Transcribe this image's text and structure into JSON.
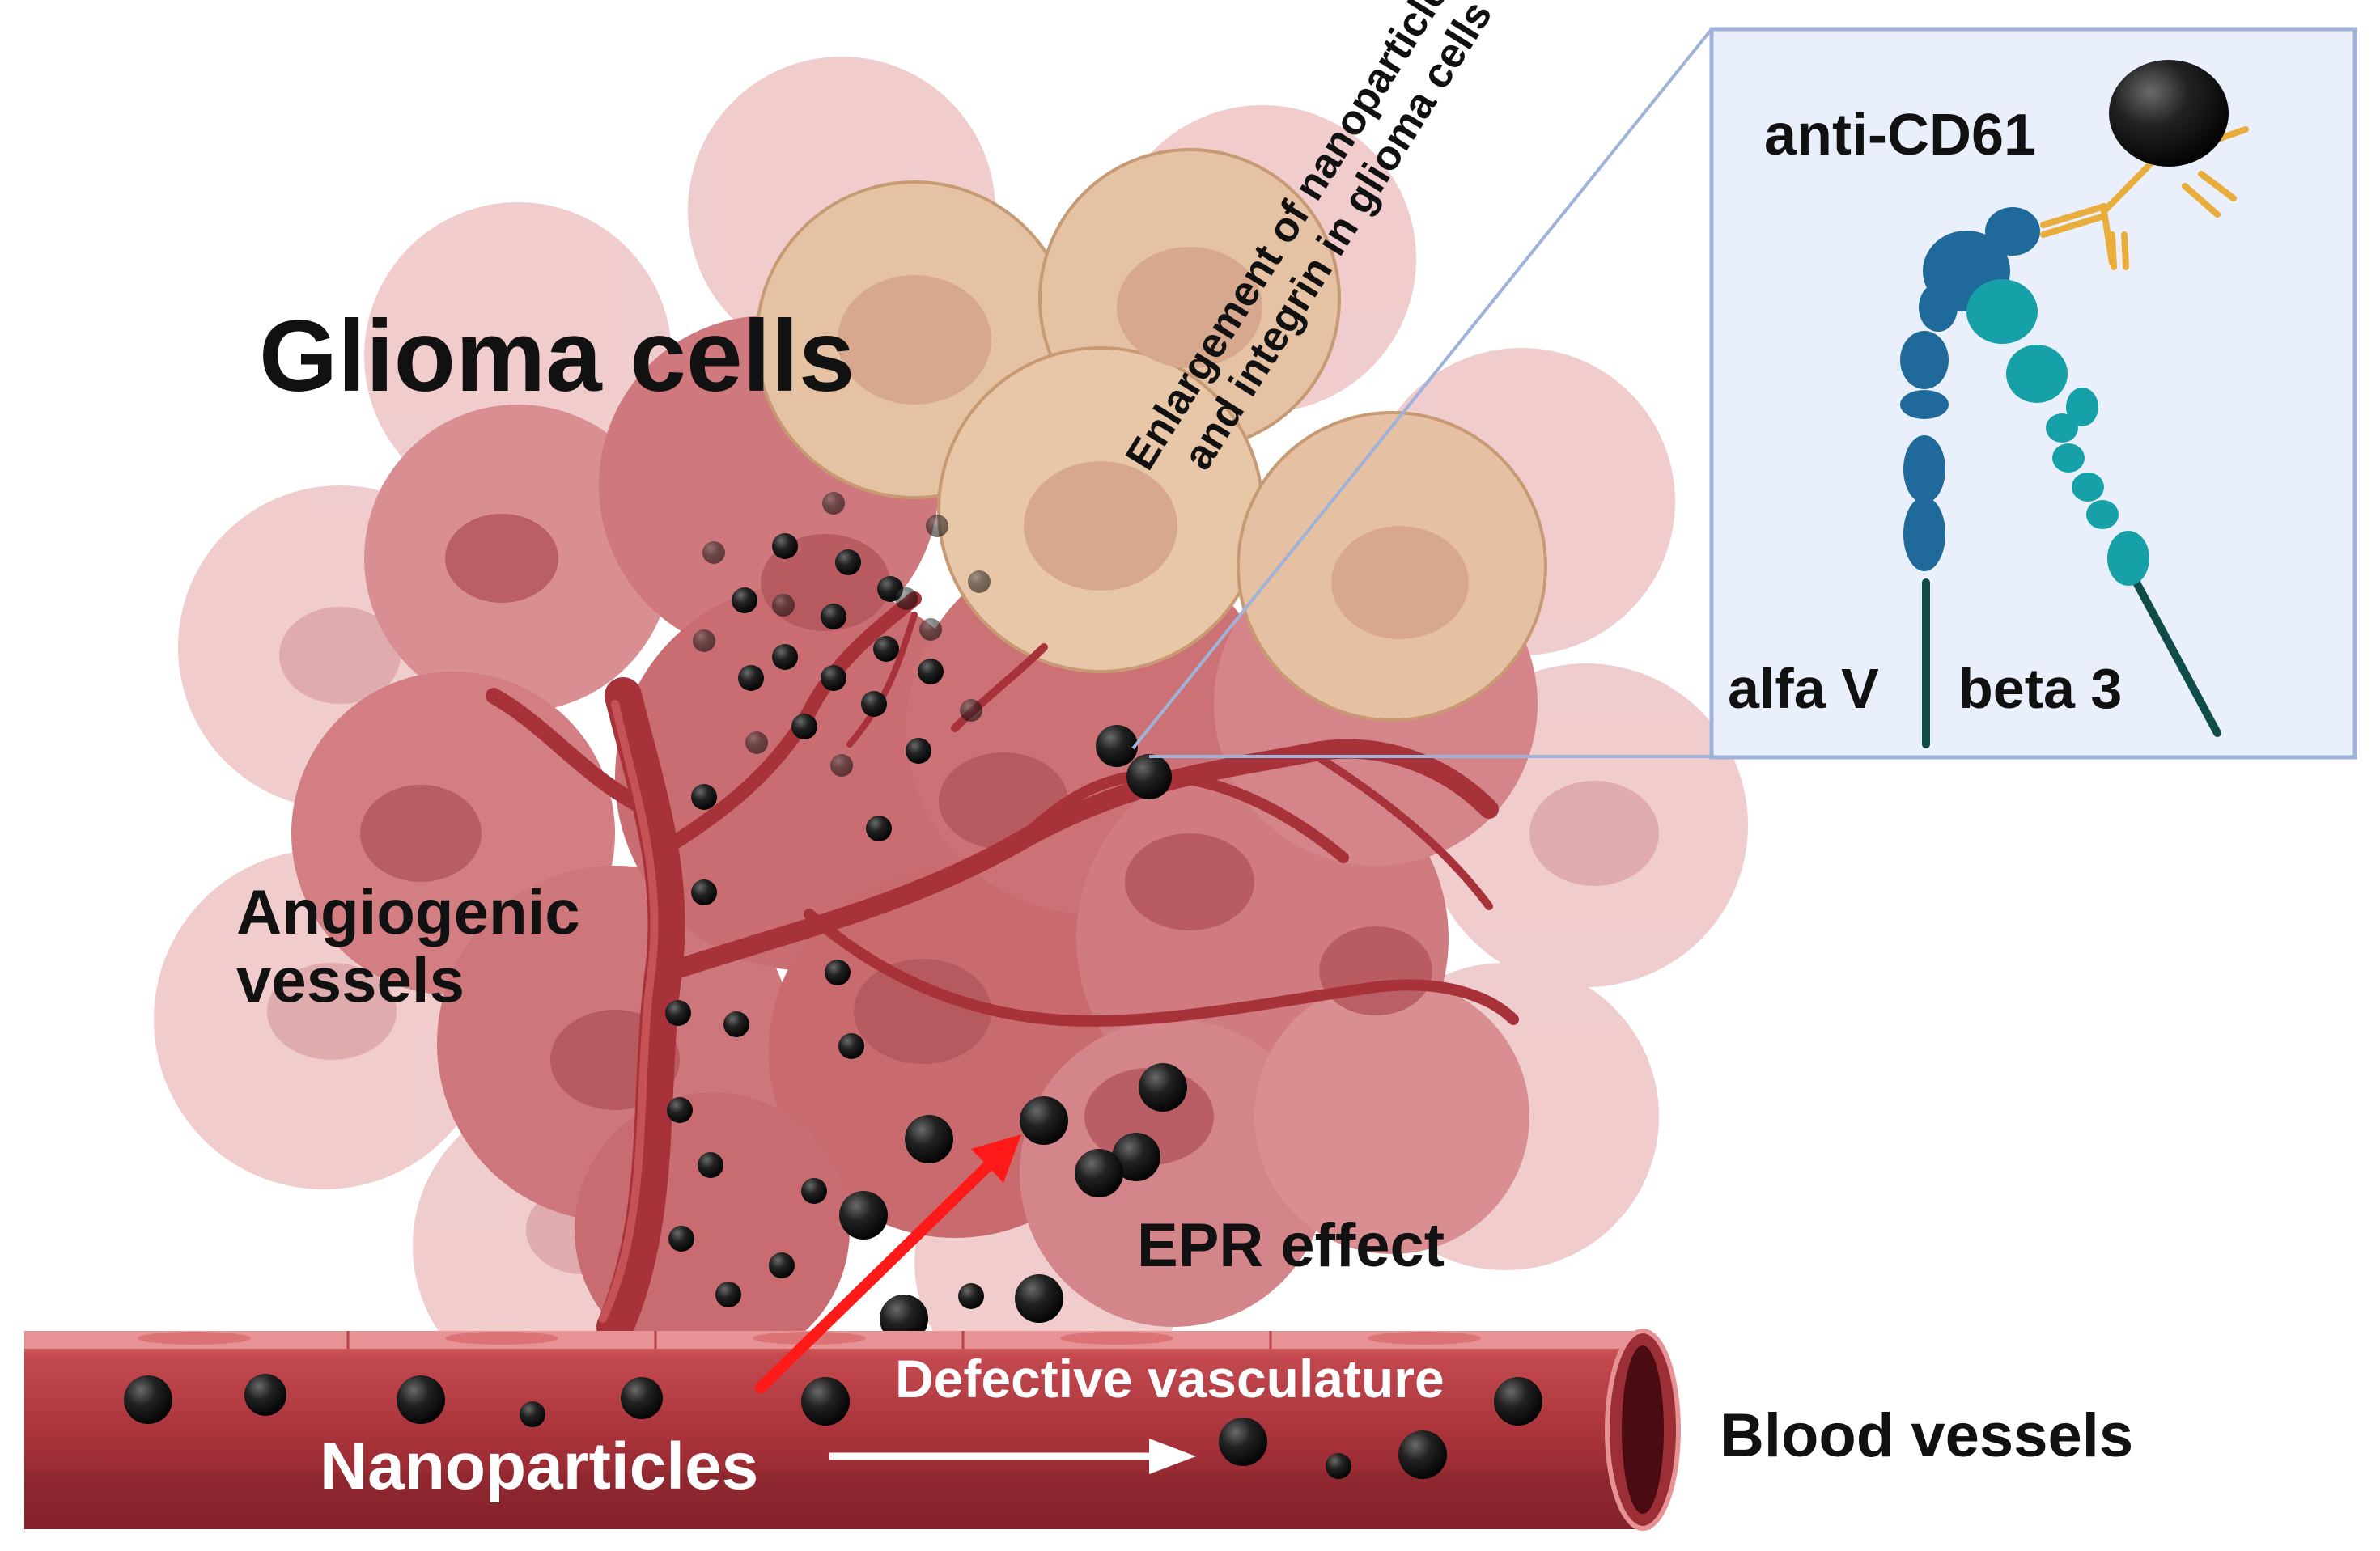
{
  "labels": {
    "glioma": "Glioma cells",
    "angiogenic_line1": "Angiogenic",
    "angiogenic_line2": "vessels",
    "epr": "EPR effect",
    "defective": "Defective vasculature",
    "nanoparticles": "Nanoparticles",
    "blood_vessels": "Blood vessels",
    "inset_line1": "Enlargement of nanoparticles",
    "inset_line2": "and integrin in glioma cells",
    "antibody": "anti-CD61",
    "alpha": "alfa V",
    "beta": "beta 3"
  },
  "colors": {
    "tumor_dark": "#c96d72",
    "tumor_mid": "#d98c90",
    "tumor_light": "#ecc1c3",
    "tan_cell": "#e4bc9c",
    "vessel": "#a8323a",
    "vessel_dark": "#7e1e26",
    "nanoparticle": "#1a1a1a",
    "arrow_red": "#ff1a1a",
    "inset_bg": "#eaf0fb",
    "inset_border": "#9fb3d8",
    "alpha_chain": "#1f6a9a",
    "beta_chain": "#16a0a8",
    "antibody": "#e8ad3a"
  }
}
